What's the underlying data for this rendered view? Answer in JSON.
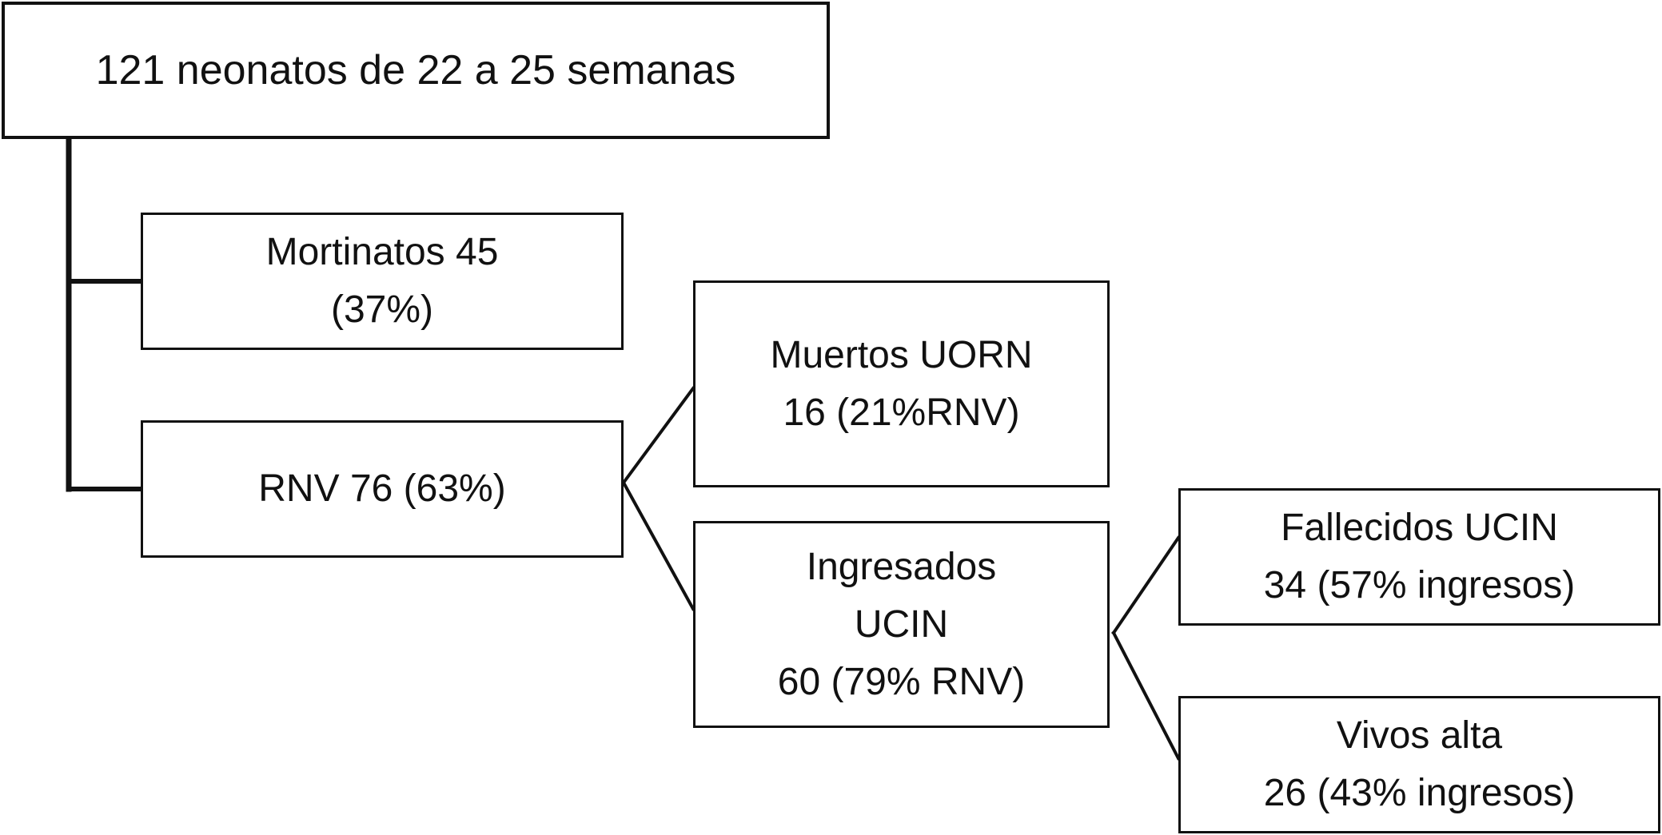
{
  "diagram": {
    "root": {
      "label": "121 neonatos de 22 a 25 semanas"
    },
    "mortinatos": {
      "line1": "Mortinatos 45",
      "line2": "(37%)"
    },
    "rnv": {
      "label": "RNV 76 (63%)"
    },
    "muertos_uorn": {
      "line1": "Muertos UORN",
      "line2": "16 (21%RNV)"
    },
    "ingresados_ucin": {
      "line1": "Ingresados",
      "line2": "UCIN",
      "line3": "60 (79% RNV)"
    },
    "fallecidos_ucin": {
      "line1": "Fallecidos UCIN",
      "line2": "34 (57% ingresos)"
    },
    "vivos_alta": {
      "line1": "Vivos alta",
      "line2": "26 (43% ingresos)"
    }
  },
  "colors": {
    "stroke": "#111111",
    "background": "#ffffff"
  }
}
